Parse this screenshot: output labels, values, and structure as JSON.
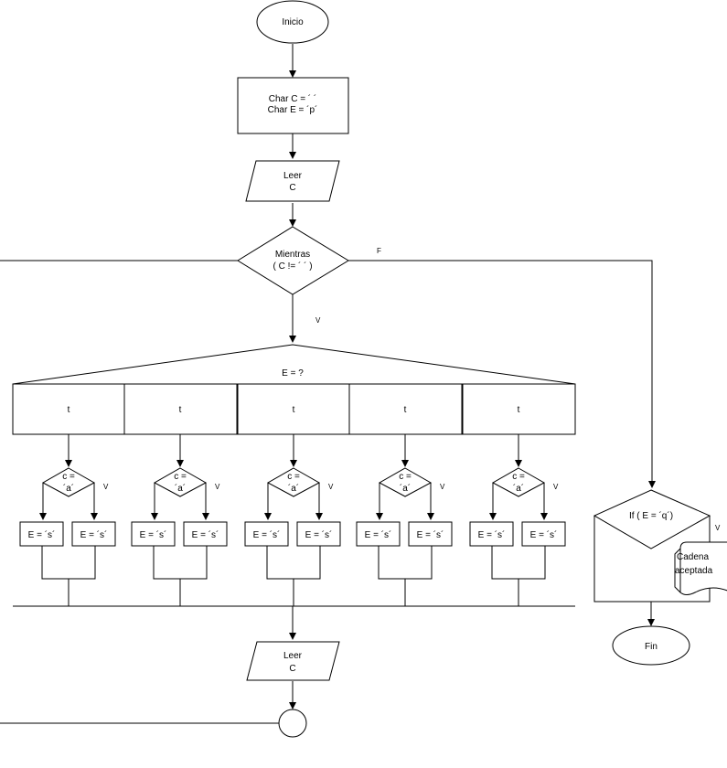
{
  "start": {
    "label": "Inicio"
  },
  "init": {
    "lines": [
      "Char C = ´ ´",
      "Char E = ´p´"
    ]
  },
  "read_top": {
    "lines": [
      "Leer",
      "C"
    ]
  },
  "loop": {
    "lines": [
      "Mientras",
      "( C != ´ ´ )"
    ],
    "true_label": "V",
    "false_label": "F"
  },
  "switch": {
    "label": "E = ?",
    "cases": [
      "t",
      "t",
      "t",
      "t",
      "t"
    ],
    "decision_lines": [
      "c =",
      "´a´"
    ],
    "true_label": "V",
    "left_action": "E = ´s´",
    "right_action": "E = ´s´"
  },
  "read_bottom": {
    "lines": [
      "Leer",
      "C"
    ]
  },
  "final_if": {
    "label": "If ( E = ´q´)",
    "true_label": "V"
  },
  "output": {
    "lines": [
      "Cadena",
      "aceptada"
    ]
  },
  "end": {
    "label": "Fin"
  }
}
